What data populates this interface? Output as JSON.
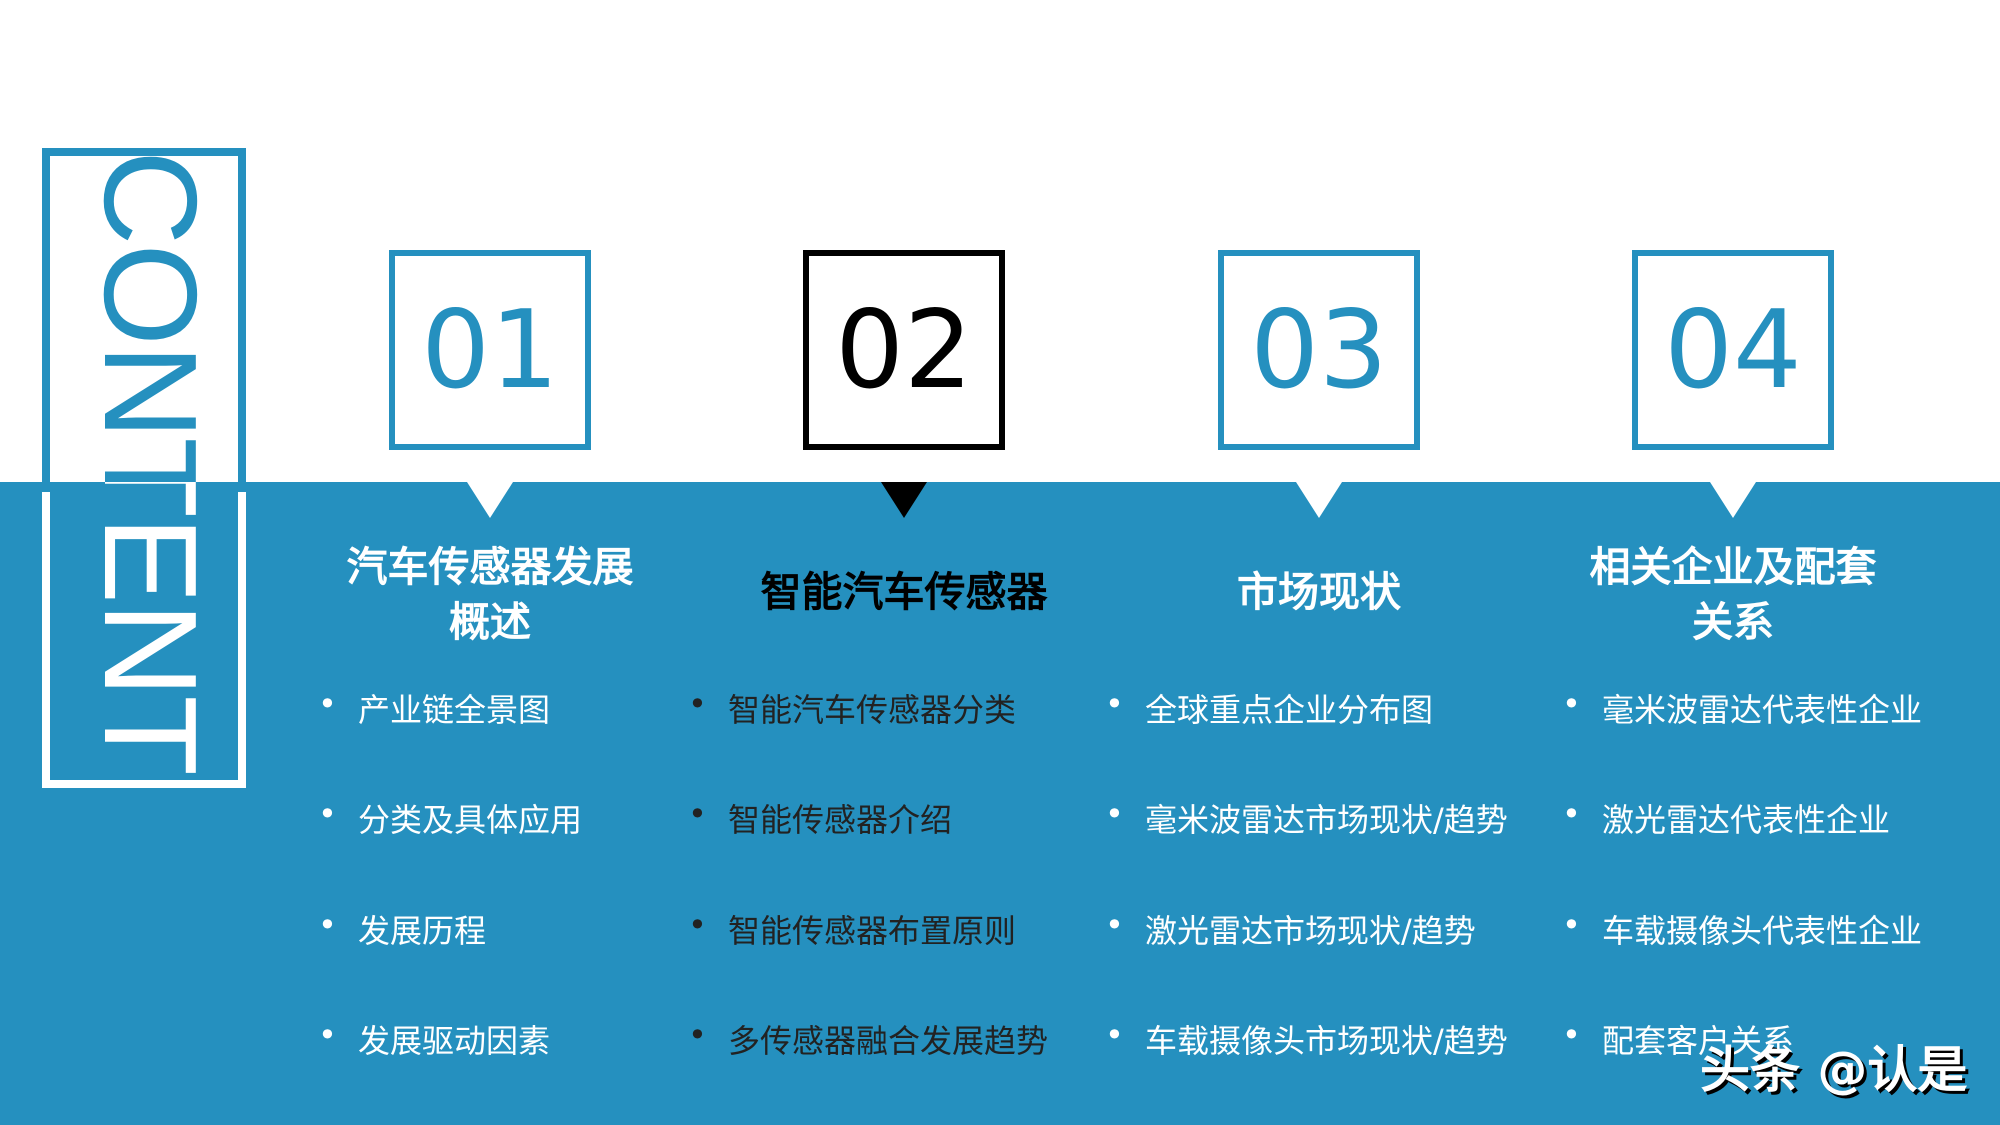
{
  "colors": {
    "accent": "#2590bf",
    "active": "#000000"
  },
  "title": "CONTENTS",
  "sections": [
    {
      "number": "01",
      "heading": [
        "汽车传感器发展",
        "概述"
      ],
      "items": [
        "产业链全景图",
        "分类及具体应用",
        "发展历程",
        "发展驱动因素"
      ]
    },
    {
      "number": "02",
      "heading": [
        "智能汽车传感器"
      ],
      "items": [
        "智能汽车传感器分类",
        "智能传感器介绍",
        "智能传感器布置原则",
        "多传感器融合发展趋势"
      ],
      "active": true
    },
    {
      "number": "03",
      "heading": [
        "市场现状"
      ],
      "items": [
        "全球重点企业分布图",
        "毫米波雷达市场现状/趋势",
        "激光雷达市场现状/趋势",
        "车载摄像头市场现状/趋势"
      ]
    },
    {
      "number": "04",
      "heading": [
        "相关企业及配套",
        "关系"
      ],
      "items": [
        "毫米波雷达代表性企业",
        "激光雷达代表性企业",
        "车载摄像头代表性企业",
        "配套客户关系"
      ]
    }
  ],
  "watermark": "头条 @认是"
}
